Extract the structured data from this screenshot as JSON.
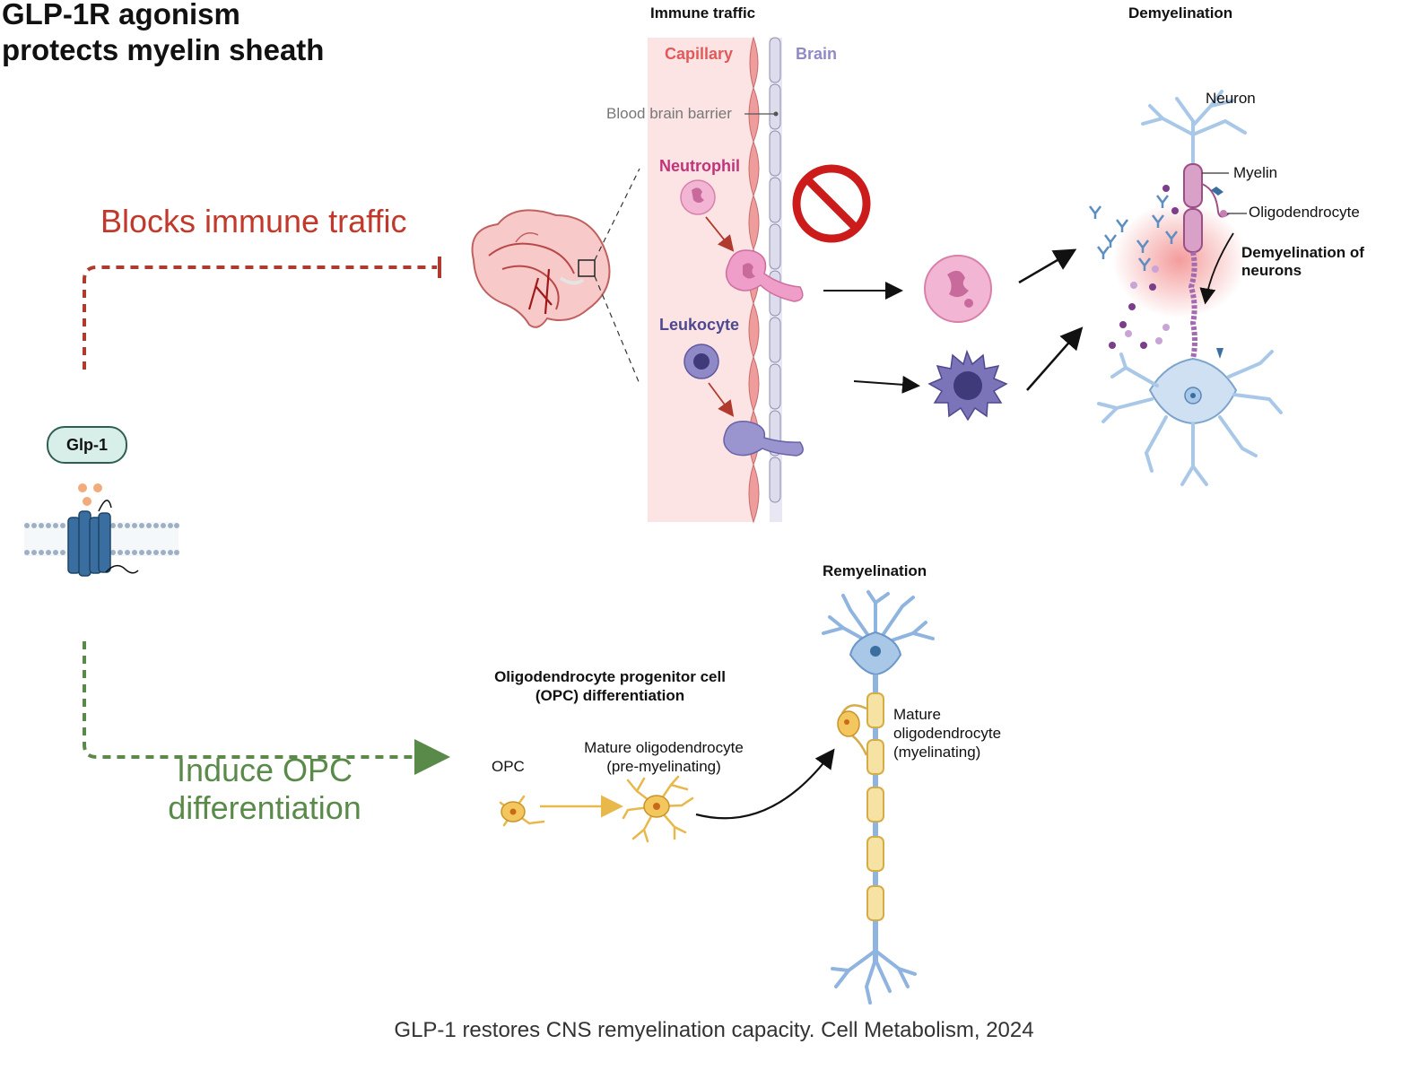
{
  "title": "GLP-1R agonism\nprotects myelin sheath",
  "receptor_label": "Glp-1",
  "pathway_block": "Blocks immune traffic",
  "pathway_induce": "Induce OPC\ndifferentiation",
  "immune": {
    "header": "Immune traffic",
    "capillary": "Capillary",
    "brain": "Brain",
    "bbb": "Blood brain barrier",
    "neutrophil": "Neutrophil",
    "leukocyte": "Leukocyte"
  },
  "demyelination": {
    "header": "Demyelination",
    "neuron": "Neuron",
    "myelin": "Myelin",
    "oligodendrocyte": "Oligodendrocyte",
    "demyelination_of_neurons": "Demyelination of neurons"
  },
  "opc": {
    "header": "Oligodendrocyte progenitor cell\n(OPC) differentiation",
    "opc": "OPC",
    "mature_pre": "Mature oligodendrocyte\n(pre-myelinating)"
  },
  "remyelination": {
    "header": "Remyelination",
    "mature_myelinating": "Mature\noligodendrocyte\n(myelinating)"
  },
  "caption": "GLP-1 restores CNS remyelination capacity. Cell Metabolism, 2024",
  "colors": {
    "block_red": "#c0392b",
    "induce_green": "#5a8a4a",
    "capillary_pink": "#fde4e4",
    "neutrophil_pink": "#e89ac0",
    "leukocyte_purple": "#7b74b8",
    "neuron_blue": "#a9c8e8",
    "opc_yellow": "#e8b84a",
    "receptor_blue": "#3a6ea0"
  }
}
